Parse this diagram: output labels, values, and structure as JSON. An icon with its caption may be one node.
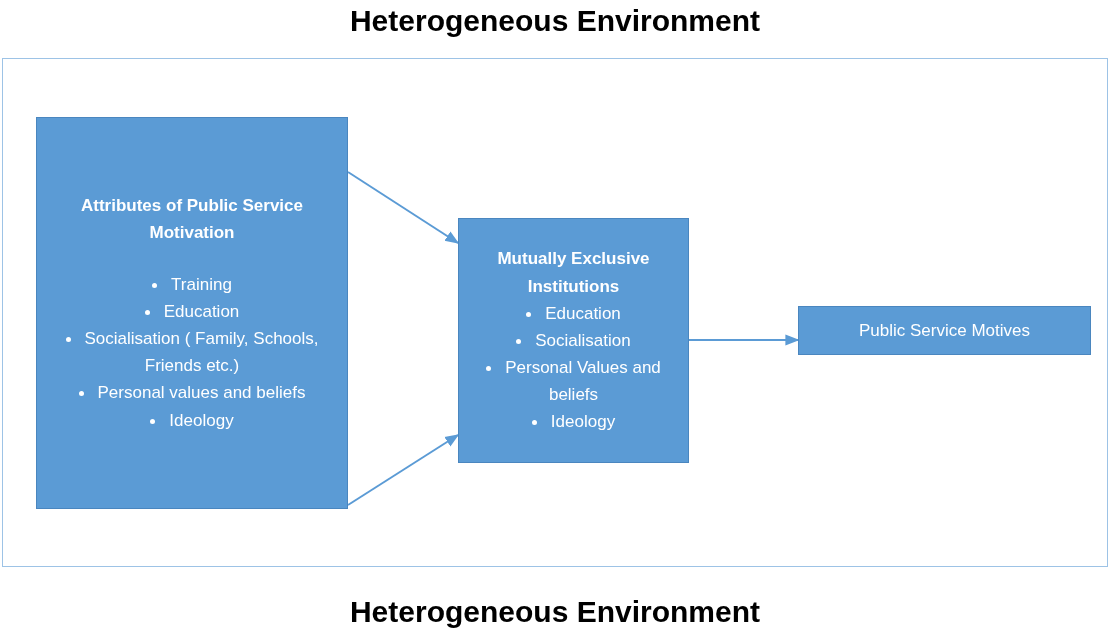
{
  "diagram": {
    "nodes": [
      {
        "text": [
          "Heterogeneous Environment",
          "Heterogeneous Environment"
        ]
      },
      {
        "text": [
          "Attributes of Public Service Motivation",
          "Training",
          "Education",
          "Socialisation ( Family, Schools, Friends etc.)",
          "Personal values and beliefs",
          "Ideology"
        ],
        "in": 0
      },
      {
        "text": [
          "Mutually Exclusive Institutions",
          "Education",
          "Socialisation",
          "Personal Values and beliefs",
          "Ideology"
        ],
        "in": 0
      },
      {
        "text": [
          "Public Service Motives"
        ],
        "in": 0
      }
    ],
    "edges": [
      {
        "from": 1,
        "to": 2,
        "arrow": "to"
      },
      {
        "from": 1,
        "to": 2,
        "arrow": "to"
      },
      {
        "from": 2,
        "to": 3,
        "arrow": "to"
      }
    ]
  }
}
